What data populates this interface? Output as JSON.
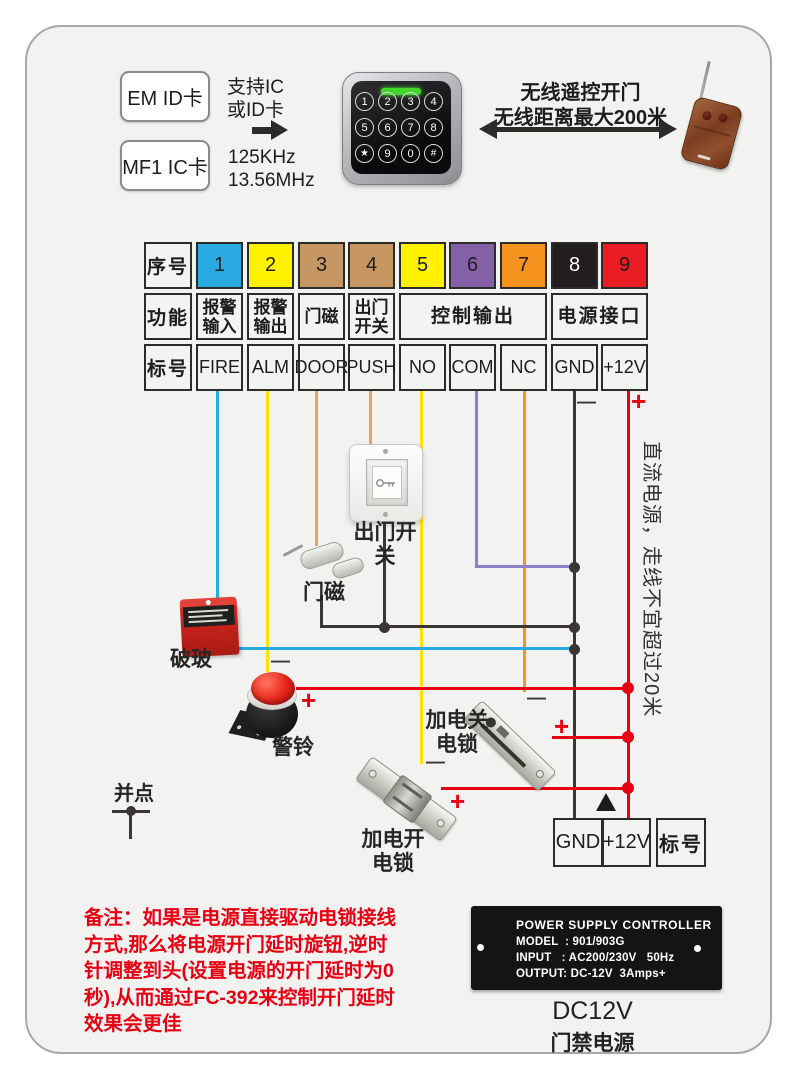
{
  "signs": {
    "plus": "+",
    "minus": "—"
  },
  "colors": {
    "panel_bg": "#F2F2F0",
    "cell_cyan": "#29ABE2",
    "cell_yellow": "#FFF100",
    "cell_tan": "#C79763",
    "cell_purple": "#8460A8",
    "cell_orange": "#F6921E",
    "cell_black": "#221E1F",
    "cell_red": "#EB1C24",
    "wire_blue": "#29ABE2",
    "wire_yellow": "#FFE100",
    "wire_orange_light": "#EDA05E",
    "wire_orange": "#F6921E",
    "wire_purple": "#8D7EC7",
    "wire_dark": "#3A3633",
    "wire_red": "#E60012",
    "note_red": "#E60012"
  },
  "cards": {
    "em_label": "EM ID卡",
    "mf_label": "MF1 IC卡",
    "support_line1": "支持IC",
    "support_line2": "或ID卡",
    "freq_line1": "125KHz",
    "freq_line2": "13.56MHz"
  },
  "keypad": {
    "rows": [
      [
        "1",
        "2",
        "3",
        "4"
      ],
      [
        "5",
        "6",
        "7",
        "8"
      ],
      [
        "★",
        "9",
        "0",
        "#"
      ]
    ]
  },
  "wireless": {
    "line1": "无线遥控开门",
    "line2": "无线距离最大200米"
  },
  "table": {
    "row_headers": [
      "序号",
      "功能",
      "标号"
    ],
    "terminals": [
      {
        "num": "1",
        "bg": "cell_cyan",
        "fg": "#1E1E1C"
      },
      {
        "num": "2",
        "bg": "cell_yellow",
        "fg": "#1E1E1C"
      },
      {
        "num": "3",
        "bg": "cell_tan",
        "fg": "#1E1E1C"
      },
      {
        "num": "4",
        "bg": "cell_tan",
        "fg": "#1E1E1C"
      },
      {
        "num": "5",
        "bg": "cell_yellow",
        "fg": "#1E1E1C"
      },
      {
        "num": "6",
        "bg": "cell_purple",
        "fg": "#1E1E1C"
      },
      {
        "num": "7",
        "bg": "cell_orange",
        "fg": "#1E1E1C"
      },
      {
        "num": "8",
        "bg": "cell_black",
        "fg": "#FFFFFF"
      },
      {
        "num": "9",
        "bg": "cell_red",
        "fg": "#1E1E1C"
      }
    ],
    "functions": [
      {
        "lines": [
          "报警",
          "输入"
        ],
        "span": 1
      },
      {
        "lines": [
          "报警",
          "输出"
        ],
        "span": 1
      },
      {
        "lines": [
          "门磁"
        ],
        "span": 1
      },
      {
        "lines": [
          "出门",
          "开关"
        ],
        "span": 1
      },
      {
        "lines": [
          "控制输出"
        ],
        "span": 3
      },
      {
        "lines": [
          "电源接口"
        ],
        "span": 2
      }
    ],
    "labels": [
      "FIRE",
      "ALM",
      "DOOR",
      "PUSH",
      "NO",
      "COM",
      "NC",
      "GND",
      "+12V"
    ]
  },
  "components": {
    "exit_button": "出门开关",
    "door_contact": "门磁",
    "break_glass": "破玻",
    "alarm_bell": "警铃",
    "fail_safe_lock": [
      "加电关",
      "电锁"
    ],
    "fail_secure_lock": [
      "加电开",
      "电锁"
    ],
    "junction_legend": "并点"
  },
  "side_note": "直流电源，走线不宜超过20米",
  "bottom": {
    "gnd": "GND",
    "plus12v": "+12V",
    "biaohao": "标号",
    "psu": {
      "lines": [
        "POWER SUPPLY CONTROLLER",
        "MODEL  : 901/903G",
        "INPUT   : AC200/230V   50Hz",
        "OUTPUT: DC-12V  3Amps+"
      ]
    },
    "dc_title": "DC12V",
    "dc_subtitle": "门禁电源"
  },
  "note": {
    "lines": [
      "备注：如果是电源直接驱动电锁接线",
      "方式,那么将电源开门延时旋钮,逆时",
      "针调整到头(设置电源的开门延时为0",
      "秒),从而通过FC-392来控制开门延时",
      "效果会更佳"
    ]
  }
}
